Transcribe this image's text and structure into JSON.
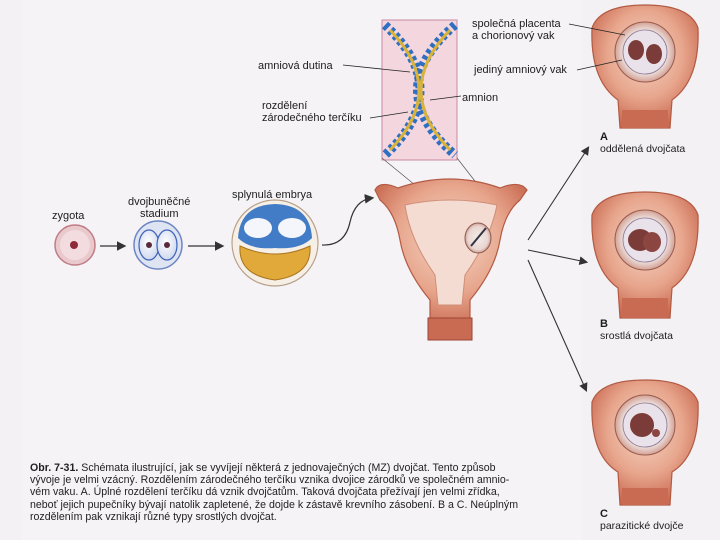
{
  "labels": {
    "zygote": "zygota",
    "two_cell_line1": "dvojbuněčné",
    "two_cell_line2": "stadium",
    "fused_embryo": "splynulá embrya",
    "amniotic_cavity": "amniová dutina",
    "division_line1": "rozdělení",
    "division_line2": "zárodečného terčíku",
    "amnion": "amnion",
    "common_placenta_line1": "společná placenta",
    "common_placenta_line2": "a chorionový vak",
    "single_amniotic_sac": "jediný amniový vak"
  },
  "outcomes": [
    {
      "letter": "A",
      "label": "oddělená dvojčata"
    },
    {
      "letter": "B",
      "label": "srostlá dvojčata"
    },
    {
      "letter": "C",
      "label": "parazitické dvojče"
    }
  ],
  "caption": {
    "figure_number": "Obr. 7-31.",
    "lines": [
      "Schémata ilustrující, jak se vyvíjejí některá z jednovaječných (MZ) dvojčat. Tento způsob",
      "vývoje je velmi vzácný. Rozdělením zárodečného terčíku vznika dvojice zárodků ve společném amnio-",
      "vém vaku. A. Úplné rozdělení terčíku dá vznik dvojčatům. Taková dvojčata přežívají jen velmi zřídka,",
      "neboť jejich pupečníky bývají natolik zapletené, že dojde k zástavě krevního zásobení. B a C. Neúplným",
      "rozdělením pak vznikají různé typy srostlých dvojčat."
    ]
  },
  "colors": {
    "uterus": "#d98e74",
    "uterus_dark": "#b35a43",
    "amnion_blue": "#2f6fc2",
    "yolk": "#e0a93a",
    "background": "#f3f1f4"
  }
}
